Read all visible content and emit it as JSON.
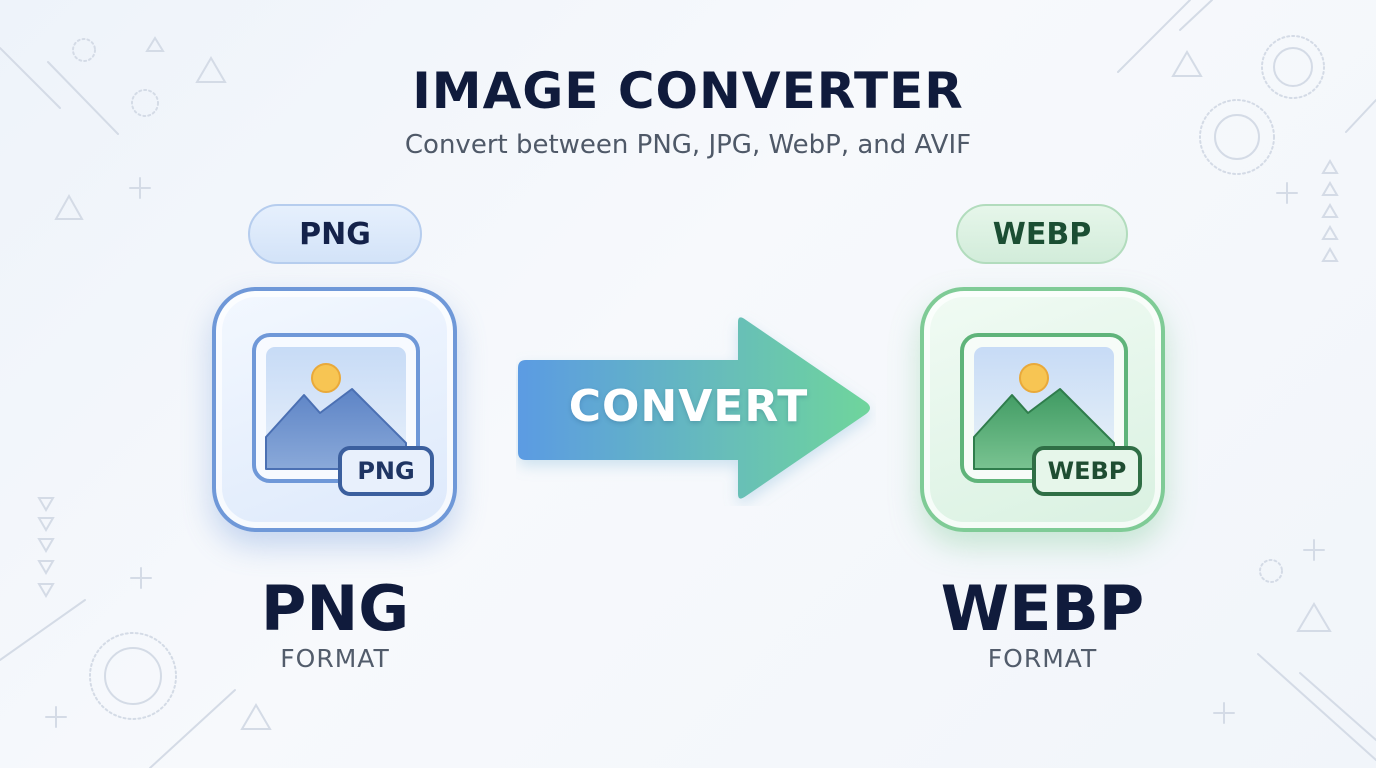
{
  "title": "IMAGE CONVERTER",
  "subtitle": "Convert between PNG, JPG, WebP, and AVIF",
  "source": {
    "pill_label": "PNG",
    "badge_label": "PNG",
    "format_name": "PNG",
    "format_caption": "FORMAT",
    "accent_color": "#6f98d8",
    "icon": "image-icon"
  },
  "target": {
    "pill_label": "WEBP",
    "badge_label": "WEBP",
    "format_name": "WEBP",
    "format_caption": "FORMAT",
    "accent_color": "#7fcb96",
    "icon": "image-icon"
  },
  "action": {
    "label": "CONVERT",
    "icon": "arrow-right-icon",
    "gradient_start": "#5b9be3",
    "gradient_end": "#6fd59c"
  }
}
